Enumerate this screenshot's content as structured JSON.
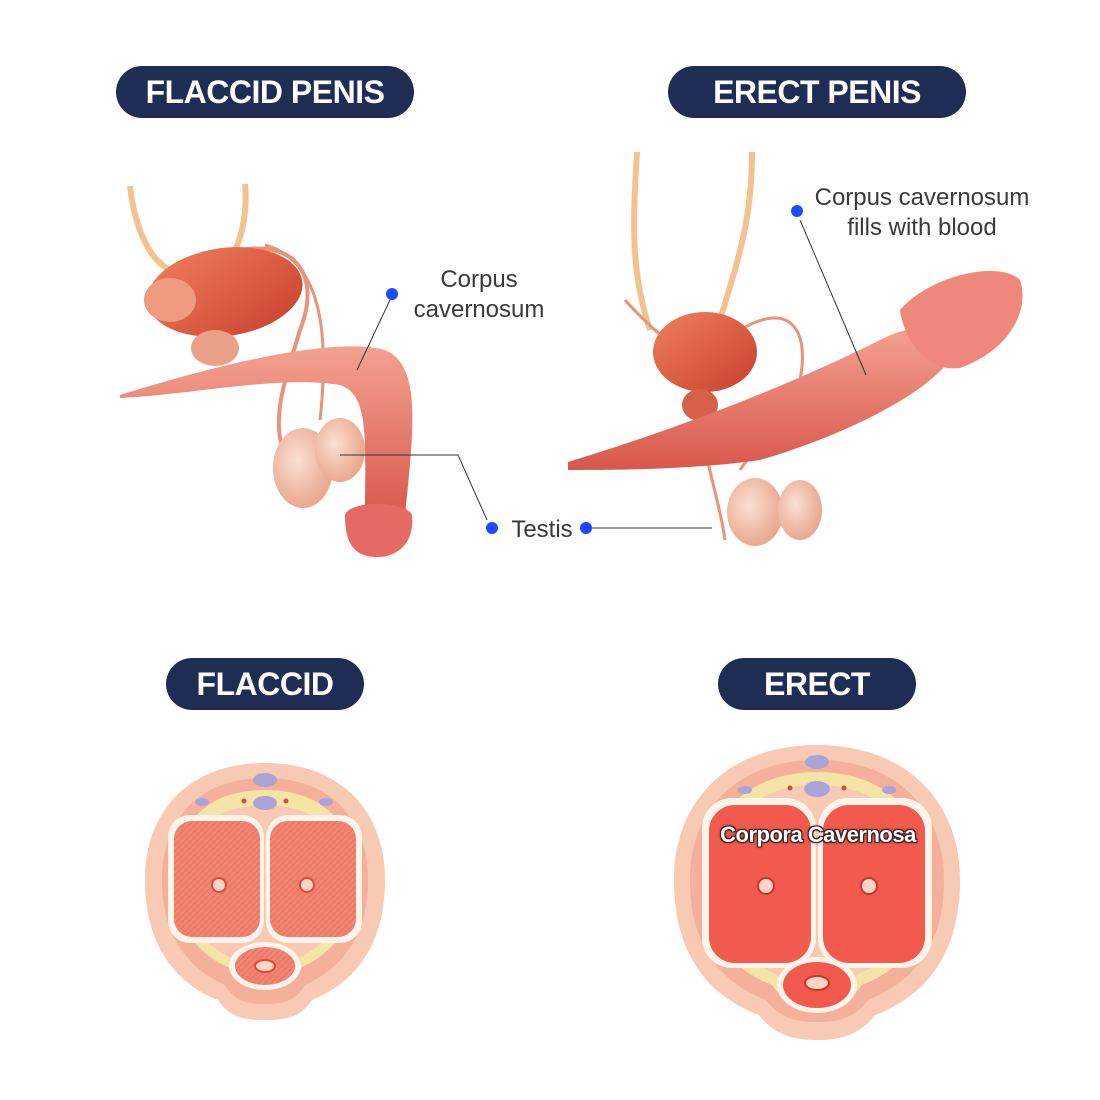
{
  "headings": {
    "flaccid_penis": "FLACCID PENIS",
    "erect_penis": "ERECT PENIS",
    "flaccid": "FLACCID",
    "erect": "ERECT"
  },
  "labels": {
    "corpus_flaccid": "Corpus\ncavernosum",
    "corpus_erect": "Corpus cavernosum\nfills with blood",
    "testis": "Testis",
    "corpora_overlay": "Corpora Cavernosa"
  },
  "colors": {
    "pill_bg": "#1f2d54",
    "marker_dot": "#1a4cff",
    "tissue_flaccid": "#f08070",
    "tissue_erect": "#f25a4e"
  }
}
